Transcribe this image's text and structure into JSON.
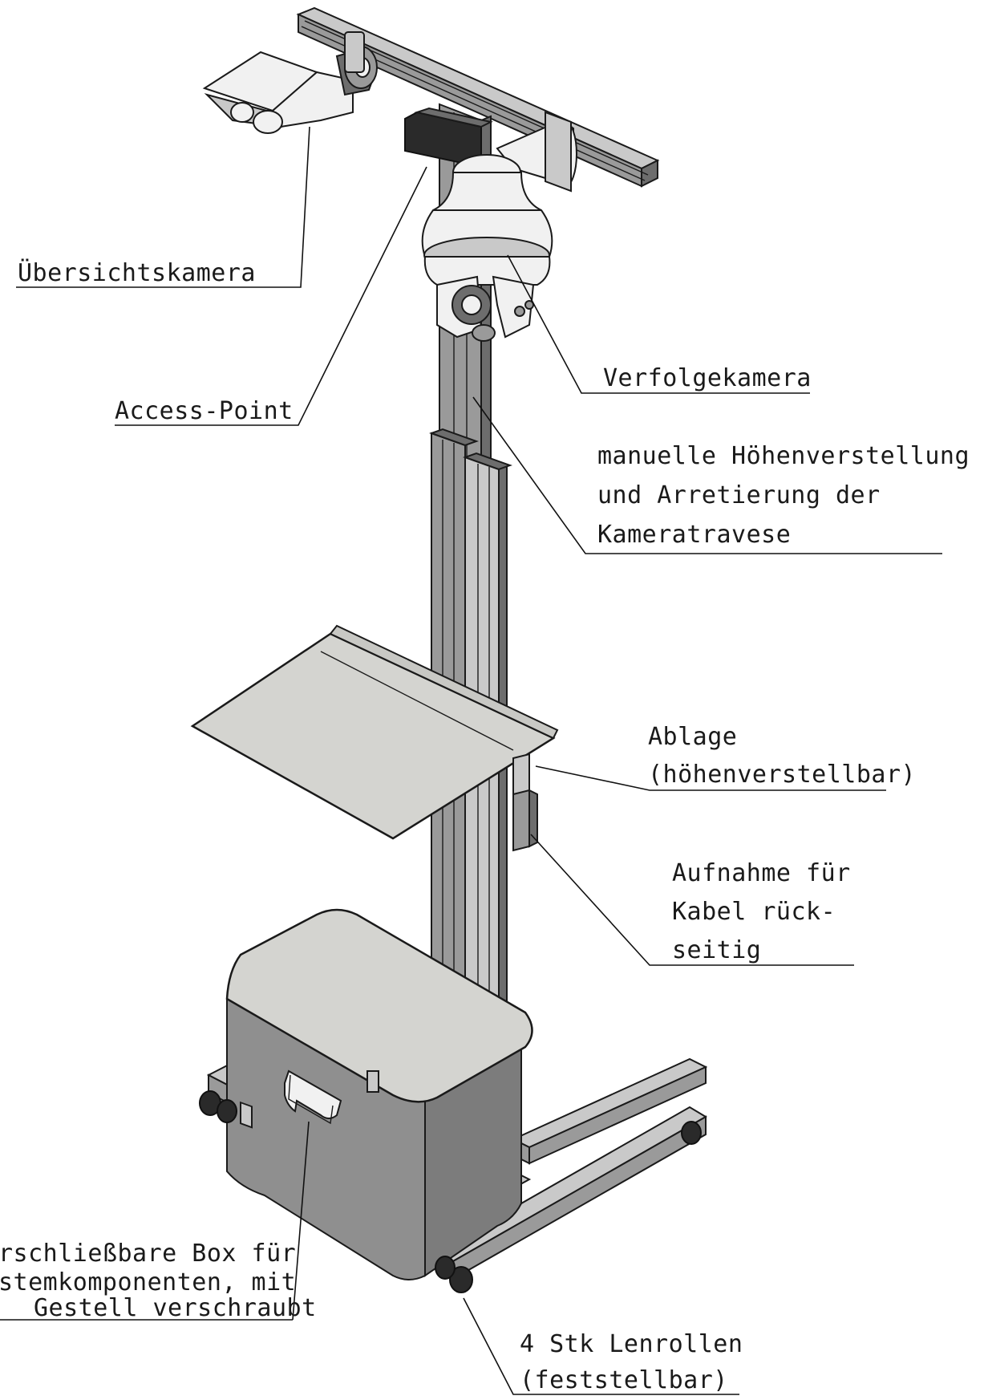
{
  "labels": {
    "overview_camera": "Übersichtskamera",
    "access_point": "Access-Point",
    "tracking_camera": "Verfolgekamera",
    "height_adjust": [
      "manuelle Höhenverstellung",
      "und Arretierung der",
      "Kameratravese"
    ],
    "shelf": [
      "Ablage",
      "(höhenverstellbar)"
    ],
    "cable_holder": [
      "Aufnahme für",
      "Kabel rück-",
      "seitig"
    ],
    "box": [
      "rschließbare Box für",
      "stemkomponenten, mit",
      "Gestell verschraubt"
    ],
    "casters": [
      "4 Stk Lenrollen",
      "(feststellbar)"
    ]
  },
  "colors": {
    "line": "#1a1a1a",
    "frame": "#9a9a9a",
    "box_top": "#d4d4d0",
    "shelf": "#c8c8c4"
  }
}
